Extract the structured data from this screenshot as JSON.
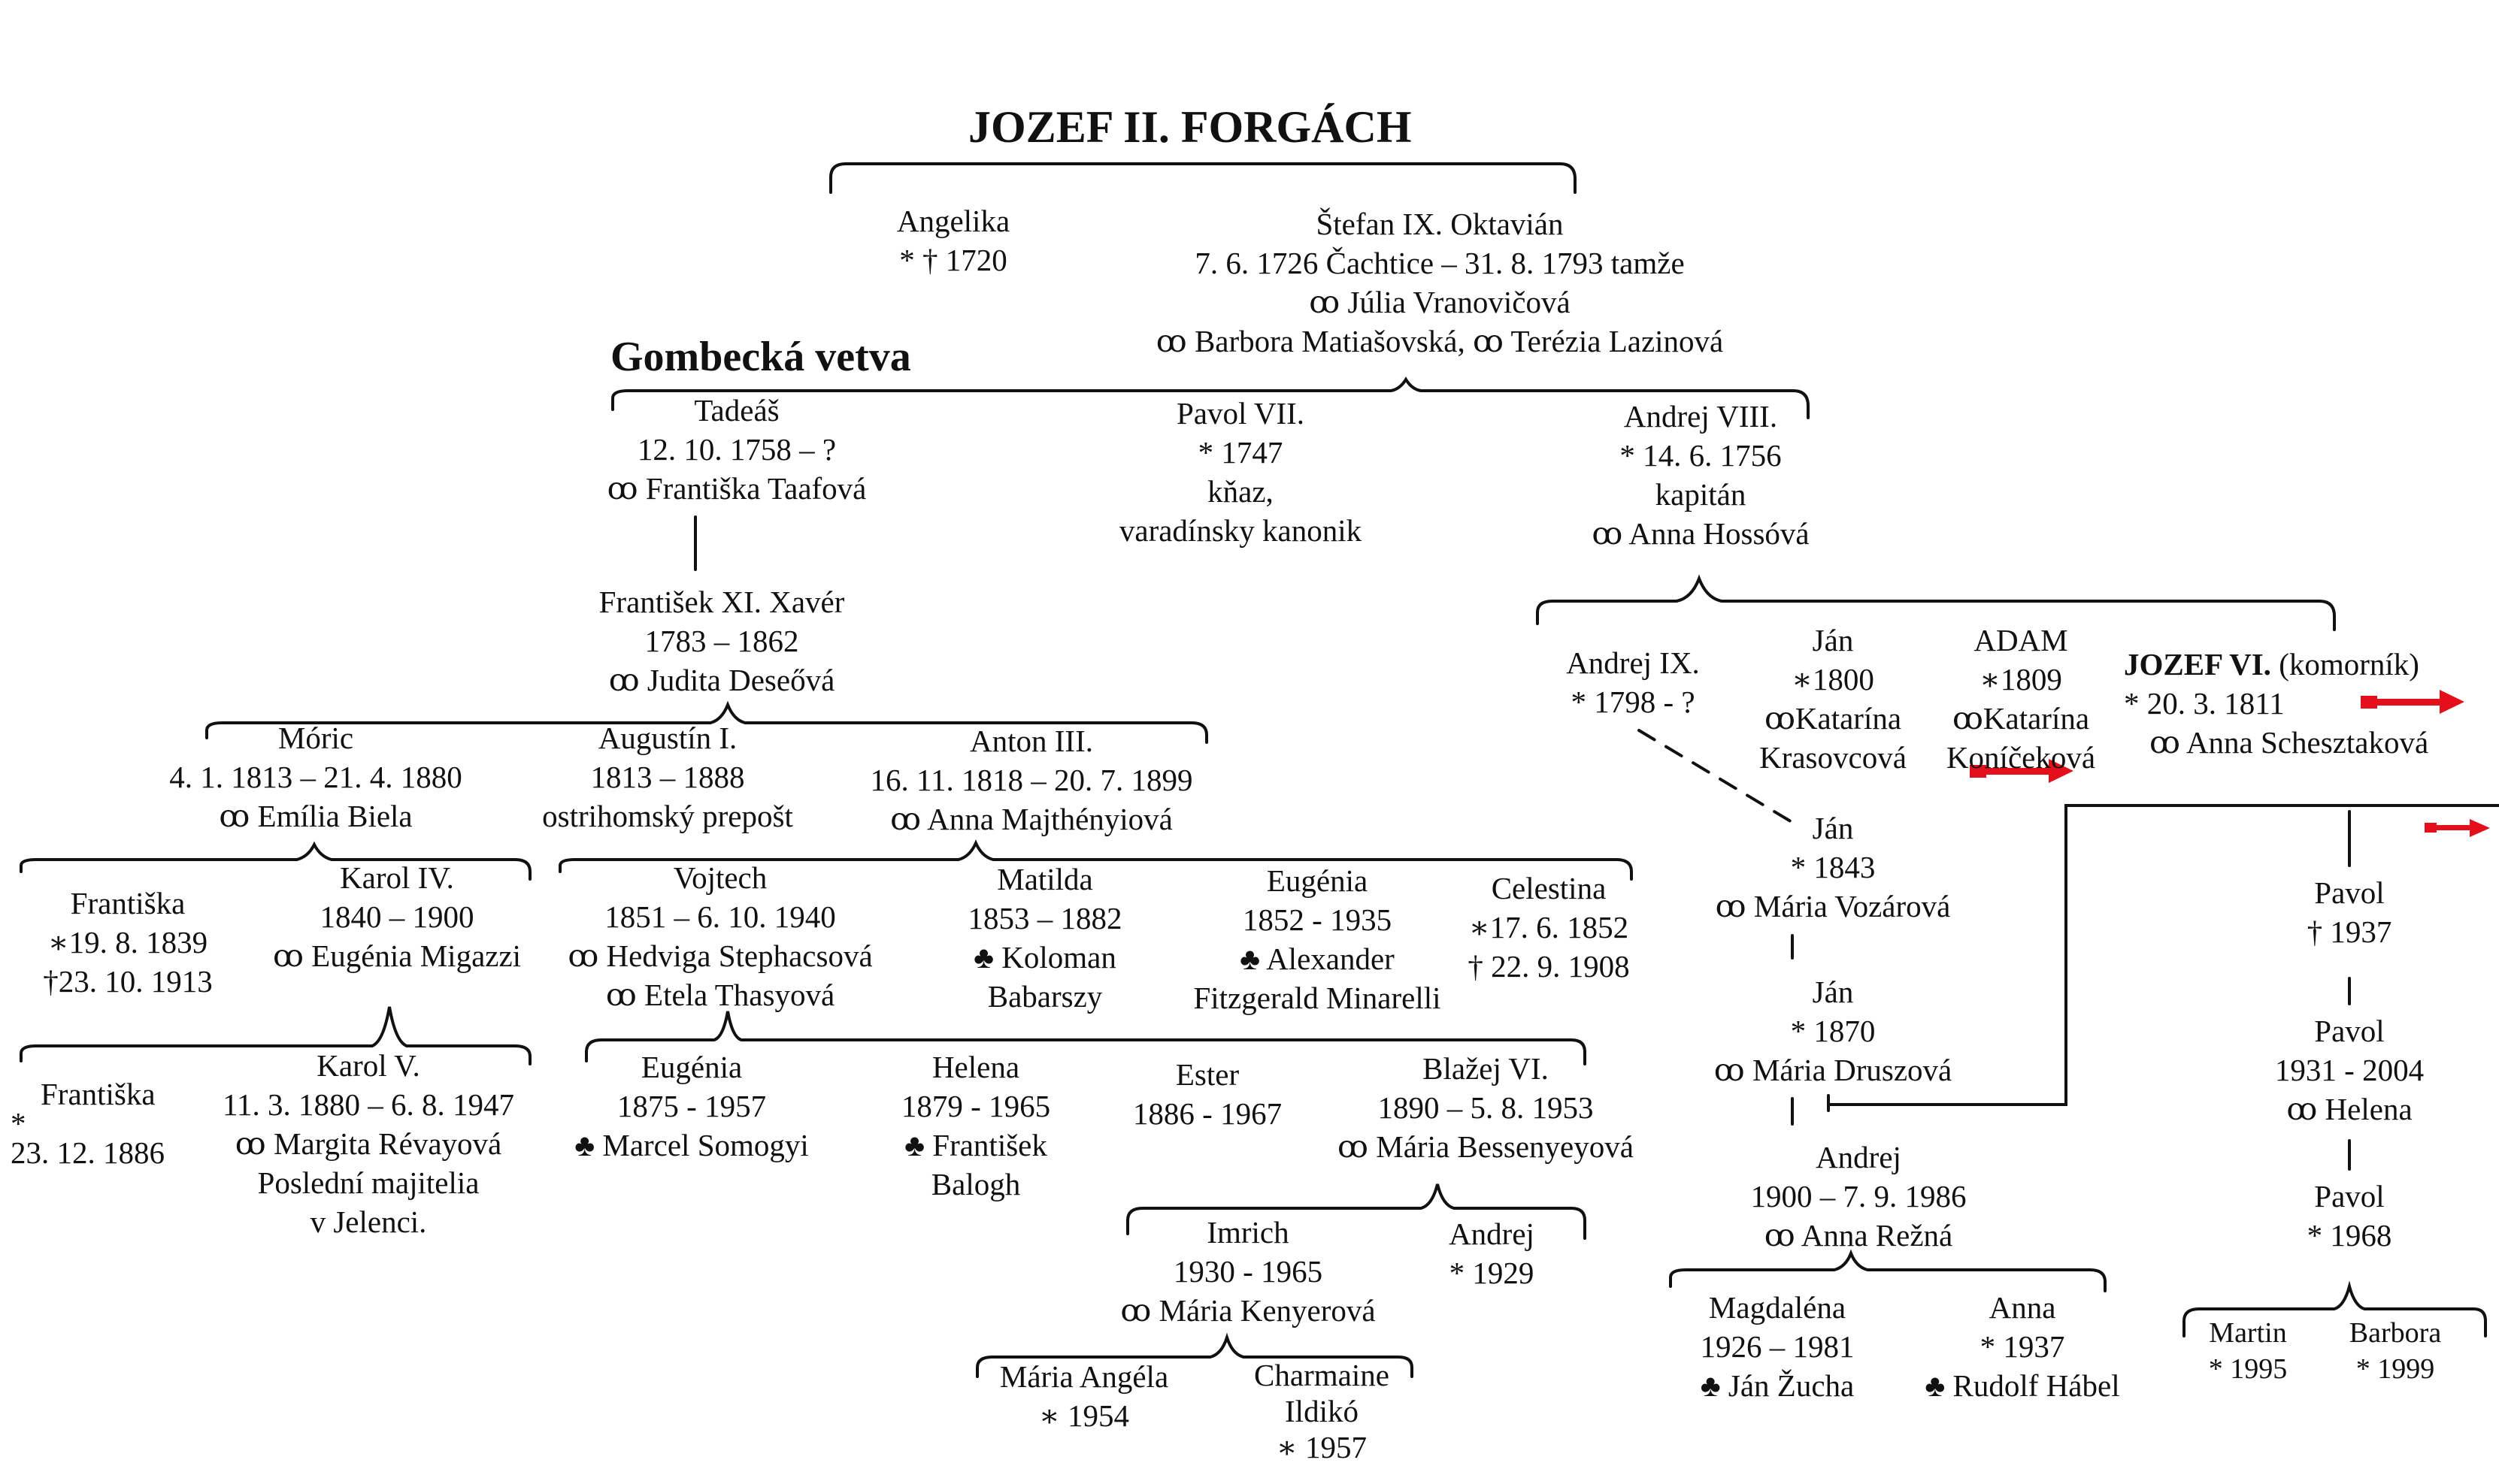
{
  "title": "JOZEF II. FORGÁCH",
  "branch_label": "Gombecká vetva",
  "marriage_symbol": "∞",
  "colors": {
    "ink": "#111111",
    "arrow": "#e3101b"
  },
  "people": {
    "angelika": [
      "Angelika",
      "* † 1720"
    ],
    "stefan": [
      "Štefan IX. Oktavián",
      "7. 6. 1726 Čachtice – 31. 8. 1793 tamže",
      "ꝏ Júlia Vranovičová",
      "ꝏ Barbora Matiašovská,  ꝏ Terézia Lazinová"
    ],
    "tadeas": [
      "Tadeáš",
      "12. 10. 1758 –  ?",
      "ꝏ Františka Taafová"
    ],
    "pavol7": [
      "Pavol VII.",
      "* 1747",
      "kňaz,",
      "varadínsky kanonik"
    ],
    "andrej8": [
      "Andrej VIII.",
      "* 14. 6. 1756",
      "kapitán",
      "ꝏ Anna Hossóvá"
    ],
    "frantisek11": [
      "František XI. Xavér",
      "1783 – 1862",
      "ꝏ  Judita Deseővá"
    ],
    "moric": [
      "Móric",
      "4. 1. 1813 – 21. 4. 1880",
      "ꝏ Emília Biela"
    ],
    "augustin": [
      "Augustín I.",
      "1813 – 1888",
      "ostrihomský prepošt"
    ],
    "anton3": [
      "Anton III.",
      "16. 11. 1818 – 20. 7. 1899",
      "ꝏ Anna Majthényiová"
    ],
    "frantiska1": [
      "Františka",
      "∗19. 8. 1839",
      "†23. 10. 1913"
    ],
    "karol4": [
      "Karol  IV.",
      "1840 – 1900",
      "ꝏ  Eugénia Migazzi"
    ],
    "vojtech": [
      "Vojtech",
      "1851 – 6. 10. 1940",
      "ꝏ Hedviga Stephacsová",
      "ꝏ Etela Thasyová"
    ],
    "matilda": [
      "Matilda",
      "1853 – 1882",
      "♣ Koloman",
      "Babarszy"
    ],
    "eugenia1": [
      "Eugénia",
      "1852 - 1935",
      "♣ Alexander",
      "Fitzgerald Minarelli"
    ],
    "celestina": [
      "Celestina",
      "∗17. 6. 1852",
      "† 22. 9. 1908"
    ],
    "frantiska2": [
      "Františka",
      "*",
      "23. 12. 1886"
    ],
    "karol5": [
      "Karol  V.",
      "11. 3. 1880 – 6. 8. 1947",
      "ꝏ Margita Révayová",
      "Poslední majitelia",
      "v Jelenci."
    ],
    "eugenia2": [
      "Eugénia",
      "1875 - 1957",
      "♣ Marcel Somogyi"
    ],
    "helena1": [
      "Helena",
      "1879 - 1965",
      "♣ František",
      "Balogh"
    ],
    "ester": [
      "Ester",
      "1886 - 1967"
    ],
    "blazej": [
      "Blažej VI.",
      "1890 – 5. 8. 1953",
      "ꝏ Mária Bessenyeyová"
    ],
    "imrich": [
      "Imrich",
      "1930 - 1965",
      "ꝏ  Mária Kenyerová"
    ],
    "andrej_b": [
      "Andrej",
      "* 1929"
    ],
    "maria_angela": [
      "Mária Angéla",
      "∗ 1954"
    ],
    "charmaine": [
      "Charmaine",
      "Ildikó",
      "∗ 1957"
    ],
    "andrej9": [
      "Andrej  IX.",
      "* 1798 - ?"
    ],
    "jan1800": [
      "Ján",
      "∗1800",
      "ꝏKatarína",
      "Krasovcová"
    ],
    "adam": [
      "ADAM",
      "∗1809",
      "ꝏKatarína",
      "Koníčeková"
    ],
    "jozef6_name": "JOZEF  VI.",
    "jozef6_note": " (komorník)",
    "jozef6_lines": [
      "* 20. 3. 1811",
      "ꝏ Anna Schesztaková"
    ],
    "jan1843": [
      "Ján",
      "* 1843",
      "ꝏ Mária Vozárová"
    ],
    "jan1870": [
      "Ján",
      "* 1870",
      "ꝏ Mária Druszová"
    ],
    "andrej1900": [
      "Andrej",
      "1900 – 7. 9. 1986",
      "ꝏ Anna Režná"
    ],
    "magdalena": [
      "Magdaléna",
      "1926 – 1981",
      "♣ Ján Žucha"
    ],
    "anna": [
      "Anna",
      "* 1937",
      "♣ Rudolf Hábel"
    ],
    "pavol1937": [
      "Pavol",
      "† 1937"
    ],
    "pavol1931": [
      "Pavol",
      "1931 - 2004",
      "ꝏ Helena"
    ],
    "pavol1968": [
      "Pavol",
      "* 1968"
    ],
    "martin": [
      "Martin",
      "* 1995"
    ],
    "barbora": [
      "Barbora",
      "* 1999"
    ]
  }
}
